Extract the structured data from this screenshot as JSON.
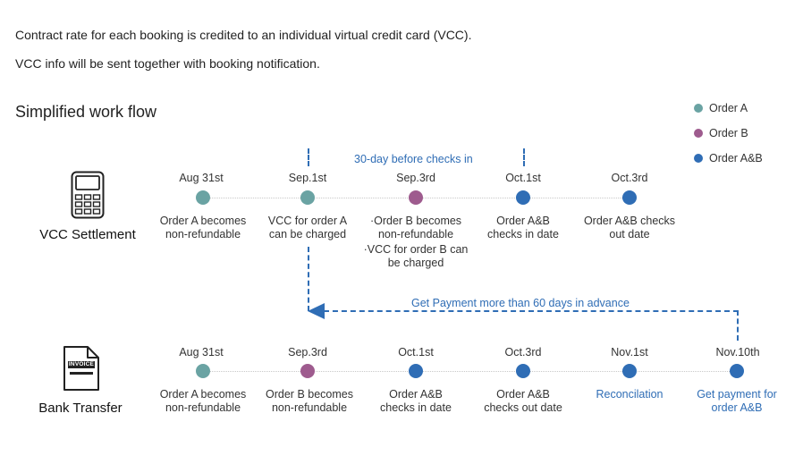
{
  "intro": {
    "line1": "Contract rate for each booking is credited to an individual virtual credit card (VCC).",
    "line2": "VCC info will be sent together with booking notification."
  },
  "heading": "Simplified work flow",
  "colors": {
    "order_a": "#6aa3a3",
    "order_b": "#9e5b8e",
    "order_ab": "#2f6db5",
    "annotation": "#2f6db5"
  },
  "legend": [
    {
      "label": "Order A",
      "color": "#6aa3a3"
    },
    {
      "label": "Order B",
      "color": "#9e5b8e"
    },
    {
      "label": "Order A&B",
      "color": "#2f6db5"
    }
  ],
  "vcc": {
    "label": "VCC Settlement",
    "icon": "card-terminal-icon",
    "annotation": "30-day before checks in",
    "nodes": [
      {
        "date": "Aug 31st",
        "color": "#6aa3a3",
        "desc": [
          "Order A becomes",
          "non-refundable"
        ]
      },
      {
        "date": "Sep.1st",
        "color": "#6aa3a3",
        "desc": [
          "VCC for order A",
          "can be charged"
        ]
      },
      {
        "date": "Sep.3rd",
        "color": "#9e5b8e",
        "desc": [
          "·Order B becomes",
          "non-refundable"
        ],
        "desc2": [
          "·VCC for order B can",
          "be charged"
        ]
      },
      {
        "date": "Oct.1st",
        "color": "#2f6db5",
        "desc": [
          "Order A&B",
          "checks in date"
        ]
      },
      {
        "date": "Oct.3rd",
        "color": "#2f6db5",
        "desc": [
          "Order A&B checks",
          "out date"
        ]
      }
    ]
  },
  "bank": {
    "label": "Bank Transfer",
    "icon": "invoice-icon",
    "icon_text": "INVOICE",
    "annotation": "Get Payment more than 60 days in advance",
    "nodes": [
      {
        "date": "Aug 31st",
        "color": "#6aa3a3",
        "desc": [
          "Order A becomes",
          "non-refundable"
        ]
      },
      {
        "date": "Sep.3rd",
        "color": "#9e5b8e",
        "desc": [
          "Order B becomes",
          "non-refundable"
        ]
      },
      {
        "date": "Oct.1st",
        "color": "#2f6db5",
        "desc": [
          "Order A&B",
          "checks in date"
        ]
      },
      {
        "date": "Oct.3rd",
        "color": "#2f6db5",
        "desc": [
          "Order A&B",
          "checks out date"
        ]
      },
      {
        "date": "Nov.1st",
        "color": "#2f6db5",
        "desc": [
          "Reconcilation"
        ],
        "blue": true
      },
      {
        "date": "Nov.10th",
        "color": "#2f6db5",
        "desc": [
          "Get payment for",
          "order A&B"
        ],
        "blue": true
      }
    ]
  }
}
